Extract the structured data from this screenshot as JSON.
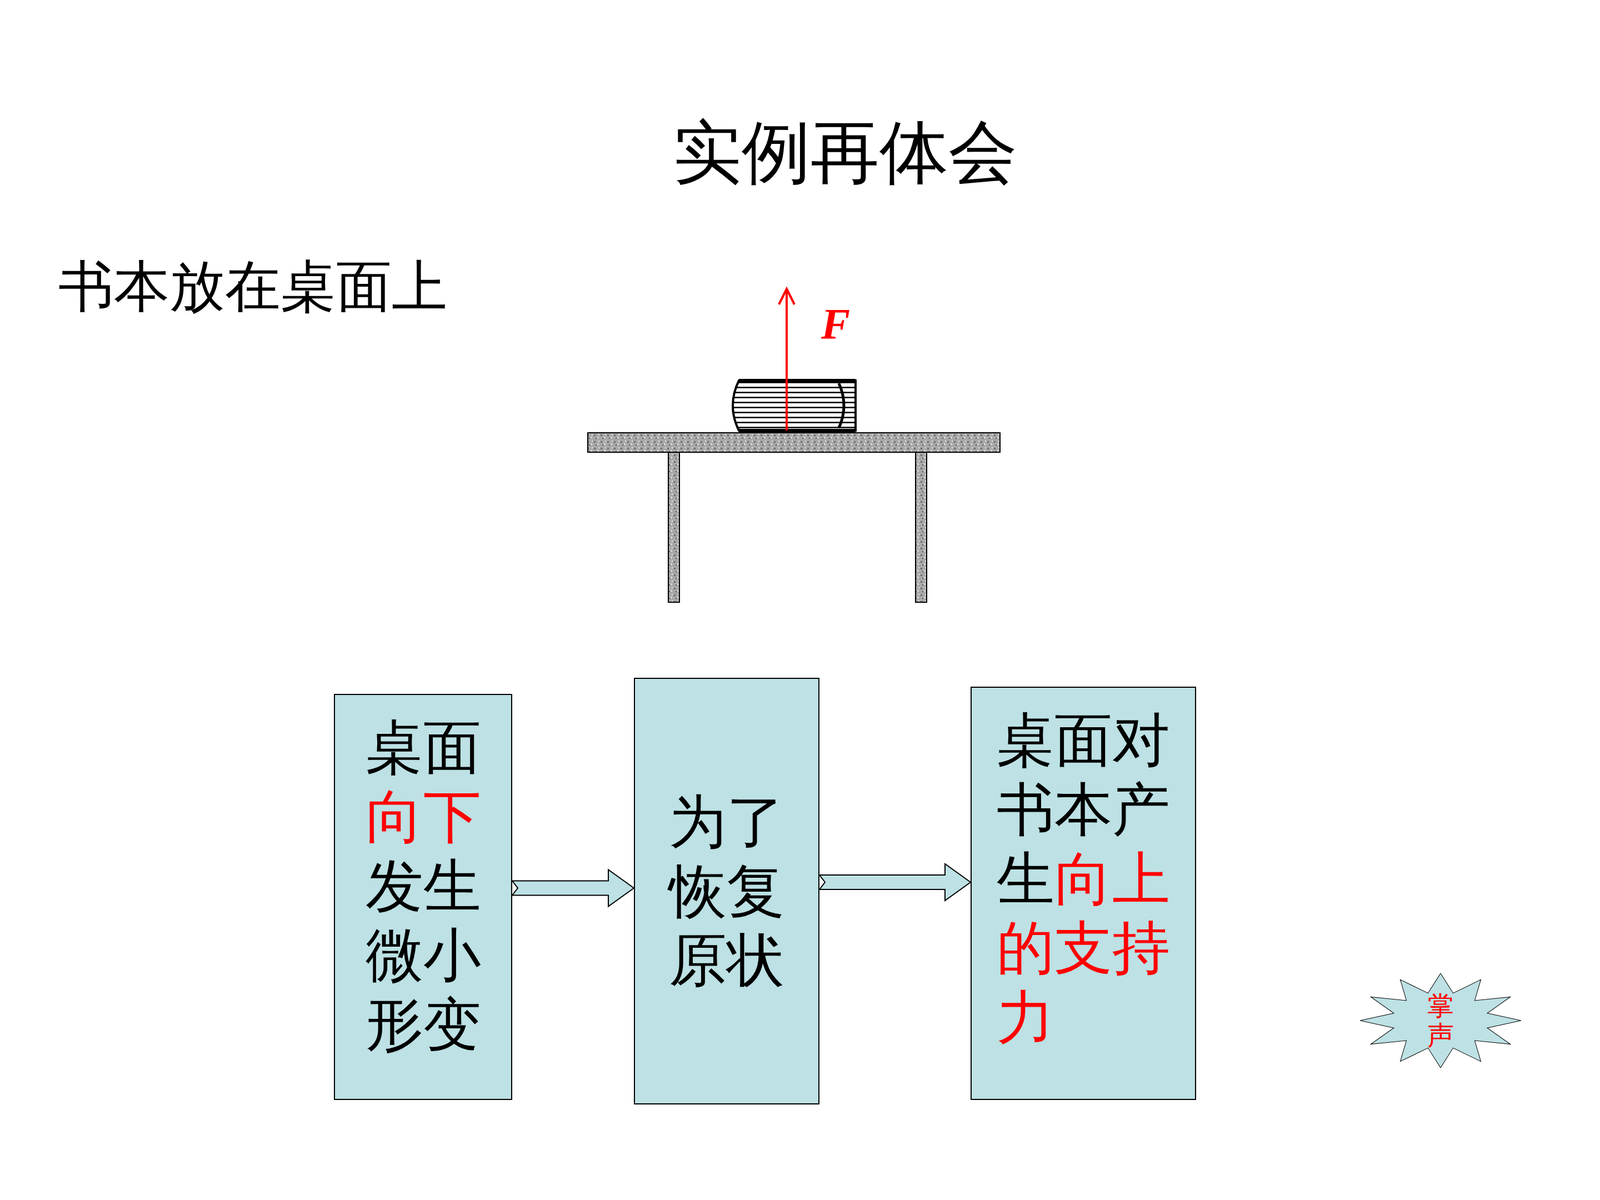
{
  "diagram": {
    "title": "实例再体会",
    "nodes": [
      {
        "text": [
          "桌面向下发生微小形变"
        ]
      },
      {
        "text": [
          "为了恢复原状"
        ]
      },
      {
        "text": [
          "桌面对书本产生向上的支持力"
        ]
      },
      {
        "text": [
          "掌声"
        ]
      }
    ],
    "edges": [
      {
        "from": 0,
        "to": 1,
        "arrow": "to"
      },
      {
        "from": 1,
        "to": 2,
        "arrow": "to"
      }
    ],
    "labels": [
      "书本放在桌面上",
      "F"
    ]
  }
}
